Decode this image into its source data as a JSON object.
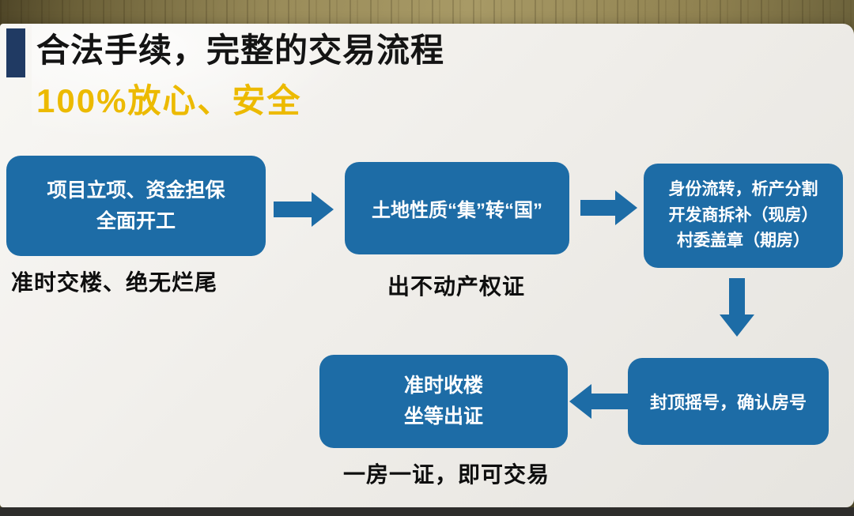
{
  "slide": {
    "title": "合法手续，完整的交易流程",
    "subtitle": "100%放心、安全"
  },
  "flow": {
    "boxes": [
      {
        "lines": [
          "项目立项、资金担保",
          "全面开工"
        ],
        "caption": "准时交楼、绝无烂尾"
      },
      {
        "lines": [
          "土地性质“集”转“国”"
        ],
        "caption": "出不动产权证"
      },
      {
        "lines": [
          "身份流转，析产分割",
          "开发商拆补（现房）",
          "村委盖章（期房）"
        ]
      },
      {
        "lines": [
          "封顶摇号，确认房号"
        ]
      },
      {
        "lines": [
          "准时收楼",
          "坐等出证"
        ],
        "caption": "一房一证，即可交易"
      }
    ],
    "arrows": [
      "right",
      "right",
      "down",
      "left"
    ]
  },
  "colors": {
    "box_blue": "#1d6ca6",
    "title_accent_navy": "#203a63",
    "subtitle_gold": "#ecba00"
  }
}
